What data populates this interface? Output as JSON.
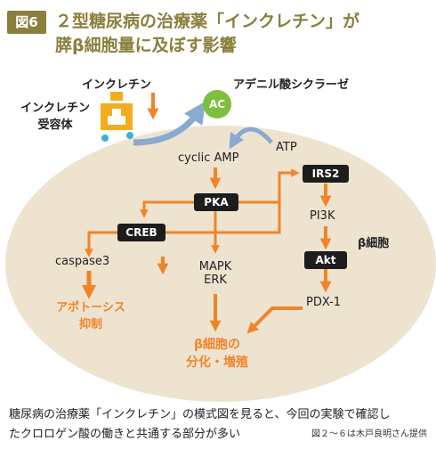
{
  "figure": {
    "badge": "図6",
    "title_line1": "２型糖尿病の治療薬「インクレチン」が",
    "title_line2": "膵β細胞量に及ぼす影響"
  },
  "nodes": {
    "incretin": "インクレチン",
    "receptor_line1": "インクレチン",
    "receptor_line2": "受容体",
    "adenylate_cyclase": "アデニル酸シクラーゼ",
    "ac": "AC",
    "atp": "ATP",
    "camp": "cyclic AMP",
    "pka": "PKA",
    "creb": "CREB",
    "irs2": "IRS2",
    "pi3k": "PI3K",
    "akt": "Akt",
    "pdx1": "PDX-1",
    "mapk": "MAPK",
    "erk": "ERK",
    "caspase3": "caspase3",
    "apoptosis_line1": "アポトーシス",
    "apoptosis_line2": "抑制",
    "beta_cell": "β細胞",
    "outcome_line1": "β細胞の",
    "outcome_line2": "分化・増殖"
  },
  "caption": {
    "line1": "糖尿病の治療薬「インクレチン」の模式図を見ると、今回の実験で確認し",
    "line2": "たクロロゲン酸の働きと共通する部分が多い"
  },
  "credit": "図２～６は木戸良明さん提供",
  "colors": {
    "accent_olive": "#8a7f3c",
    "arrow_orange": "#f0842a",
    "cell_fill": "#ede3cf",
    "ac_green": "#7fbf3f",
    "receptor_yellow": "#f1ad1f",
    "cyan_dot": "#35b3d8",
    "recycle_blue": "#8aaad0"
  }
}
